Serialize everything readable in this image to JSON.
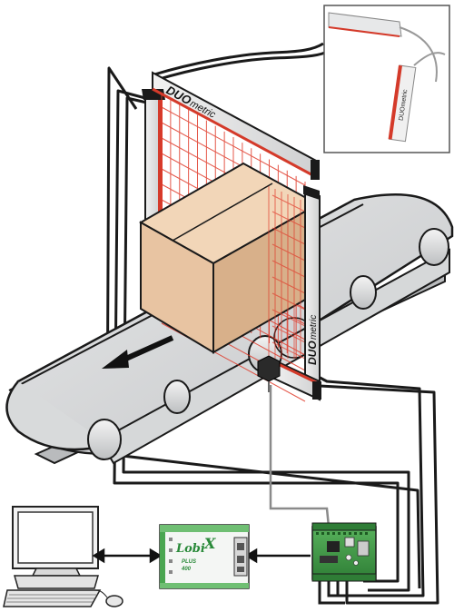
{
  "brand": {
    "logo_main": "DUO",
    "logo_sub": "metric"
  },
  "controller": {
    "logo_name": "Lobi",
    "logo_mark": "X",
    "line1": "PLUS",
    "line2": "400"
  },
  "colors": {
    "beam": "#e03a2a",
    "box_front": "#e8c4a2",
    "box_side": "#d8b08a",
    "box_top": "#f2d6b8",
    "belt": "#cfd1d2",
    "cable": "#1a1a1a",
    "board_green": "#3f9a45"
  },
  "icons": {
    "arrow": "direction-arrow-icon",
    "computer": "computer-icon",
    "mouse": "mouse-icon"
  }
}
